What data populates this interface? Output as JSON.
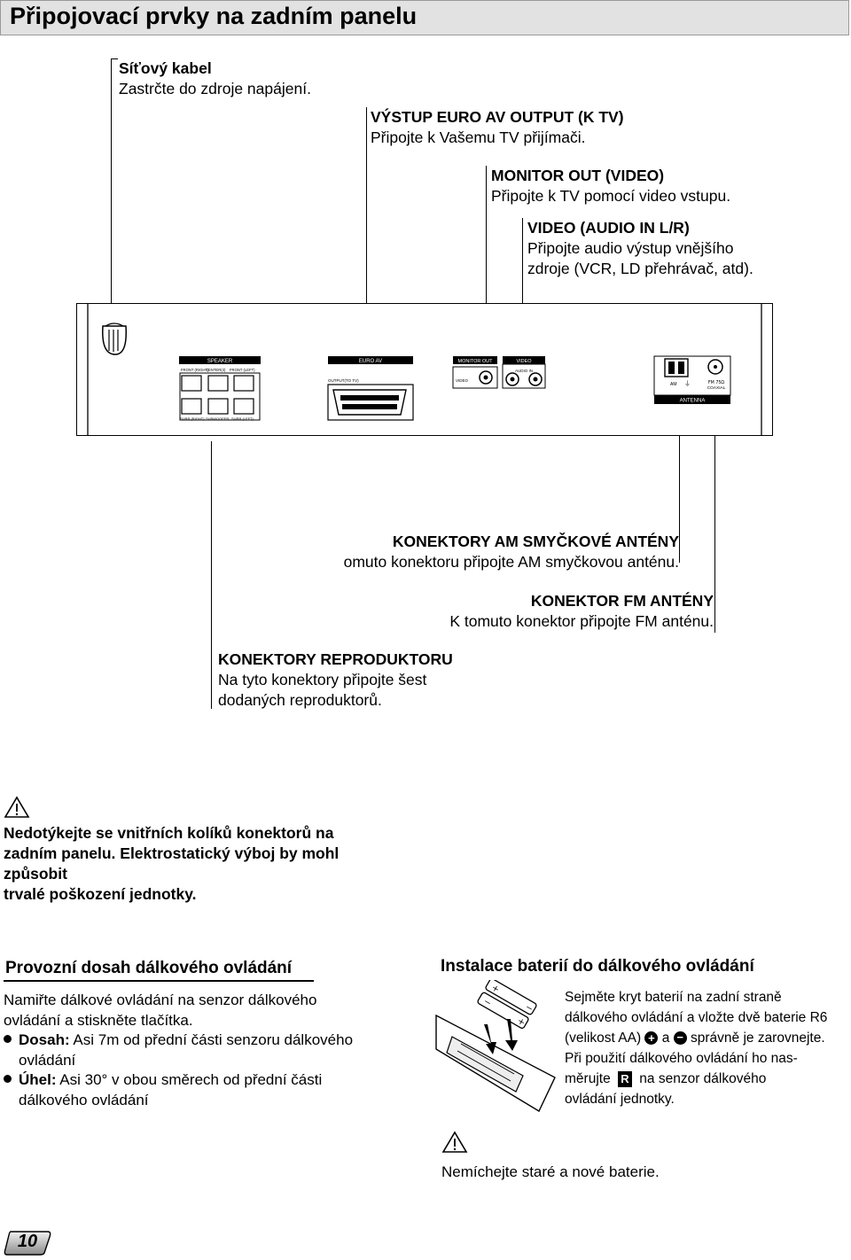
{
  "header": {
    "title": "Připojovací prvky na zadním panelu"
  },
  "callouts": {
    "power": {
      "title": "Síťový kabel",
      "text": "Zastrčte do zdroje napájení."
    },
    "euro_av": {
      "title": "VÝSTUP EURO AV OUTPUT (K TV)",
      "text": "Připojte k Vašemu TV přijímači."
    },
    "monitor_out": {
      "title": "MONITOR OUT (VIDEO)",
      "text": "Připojte k TV pomocí video vstupu."
    },
    "video_audio_in": {
      "title": "VIDEO (AUDIO IN L/R)",
      "text1": "Připojte audio výstup vnějšího",
      "text2": "zdroje (VCR, LD přehrávač, atd)."
    },
    "am_antenna": {
      "title": "KONEKTORY AM SMYČKOVÉ ANTÉNY",
      "text": "omuto konektoru připojte AM smyčkovou anténu."
    },
    "fm_antenna": {
      "title": "KONEKTOR FM ANTÉNY",
      "text": "K tomuto konektor připojte FM anténu."
    },
    "speakers": {
      "title": "KONEKTORY REPRODUKTORU",
      "text1": "Na tyto konektory připojte šest",
      "text2": "dodaných reproduktorů."
    }
  },
  "panel": {
    "speaker": "SPEAKER",
    "front_r": "FRONT (RIGHT)",
    "center": "CENTER(3)",
    "front_l": "FRONT (LEFT)",
    "surr_r": "SURR (RIGHT)",
    "subwoofer": "SUBWOOFER",
    "surr_l": "SURR (LEFT)",
    "euro_av": "EURO AV",
    "output_tv": "OUTPUT(TO TV)",
    "monitor_out": "MONITOR OUT",
    "video": "VIDEO",
    "video_hdr": "VIDEO",
    "audio_in": "AUDIO IN",
    "am": "AM",
    "fm": "FM 75Ω",
    "coaxial": "COAXIAL",
    "antenna": "ANTENNA"
  },
  "warning": {
    "line1": "Nedotýkejte se vnitřních kolíků konektorů na",
    "line2": "zadním panelu. Elektrostatický výboj by mohl",
    "line3": "způsobit",
    "line4": "trvalé poškození jednotky."
  },
  "remote_range": {
    "heading": "Provozní dosah dálkového ovládání",
    "intro1": "Namiřte dálkové ovládání na senzor dálkového",
    "intro2": "ovládání a stiskněte tlačítka.",
    "range_label": "Dosah:",
    "range_text": " Asi 7m od přední části senzoru dálkového",
    "range_text2": "ovládání",
    "angle_label": "Úhel:",
    "angle_text": " Asi 30° v obou směrech od přední části",
    "angle_text2": "dálkového ovládání"
  },
  "batteries": {
    "heading": "Instalace baterií do dálkového ovládání",
    "l1": "Sejměte kryt baterií na zadní straně",
    "l2": "dálkového ovládání a vložte dvě baterie R6",
    "l3a": "(velikost AA) ",
    "l3b": " a ",
    "l3c": " správně je zarovnejte.",
    "l4": "Při použití dálkového ovládání ho nas-",
    "l5a": "měrujte ",
    "l5b": " na senzor dálkového",
    "l6": "ovládání jednotky.",
    "warn": "Nemíchejte staré a nové baterie."
  },
  "page": {
    "number": "10"
  }
}
